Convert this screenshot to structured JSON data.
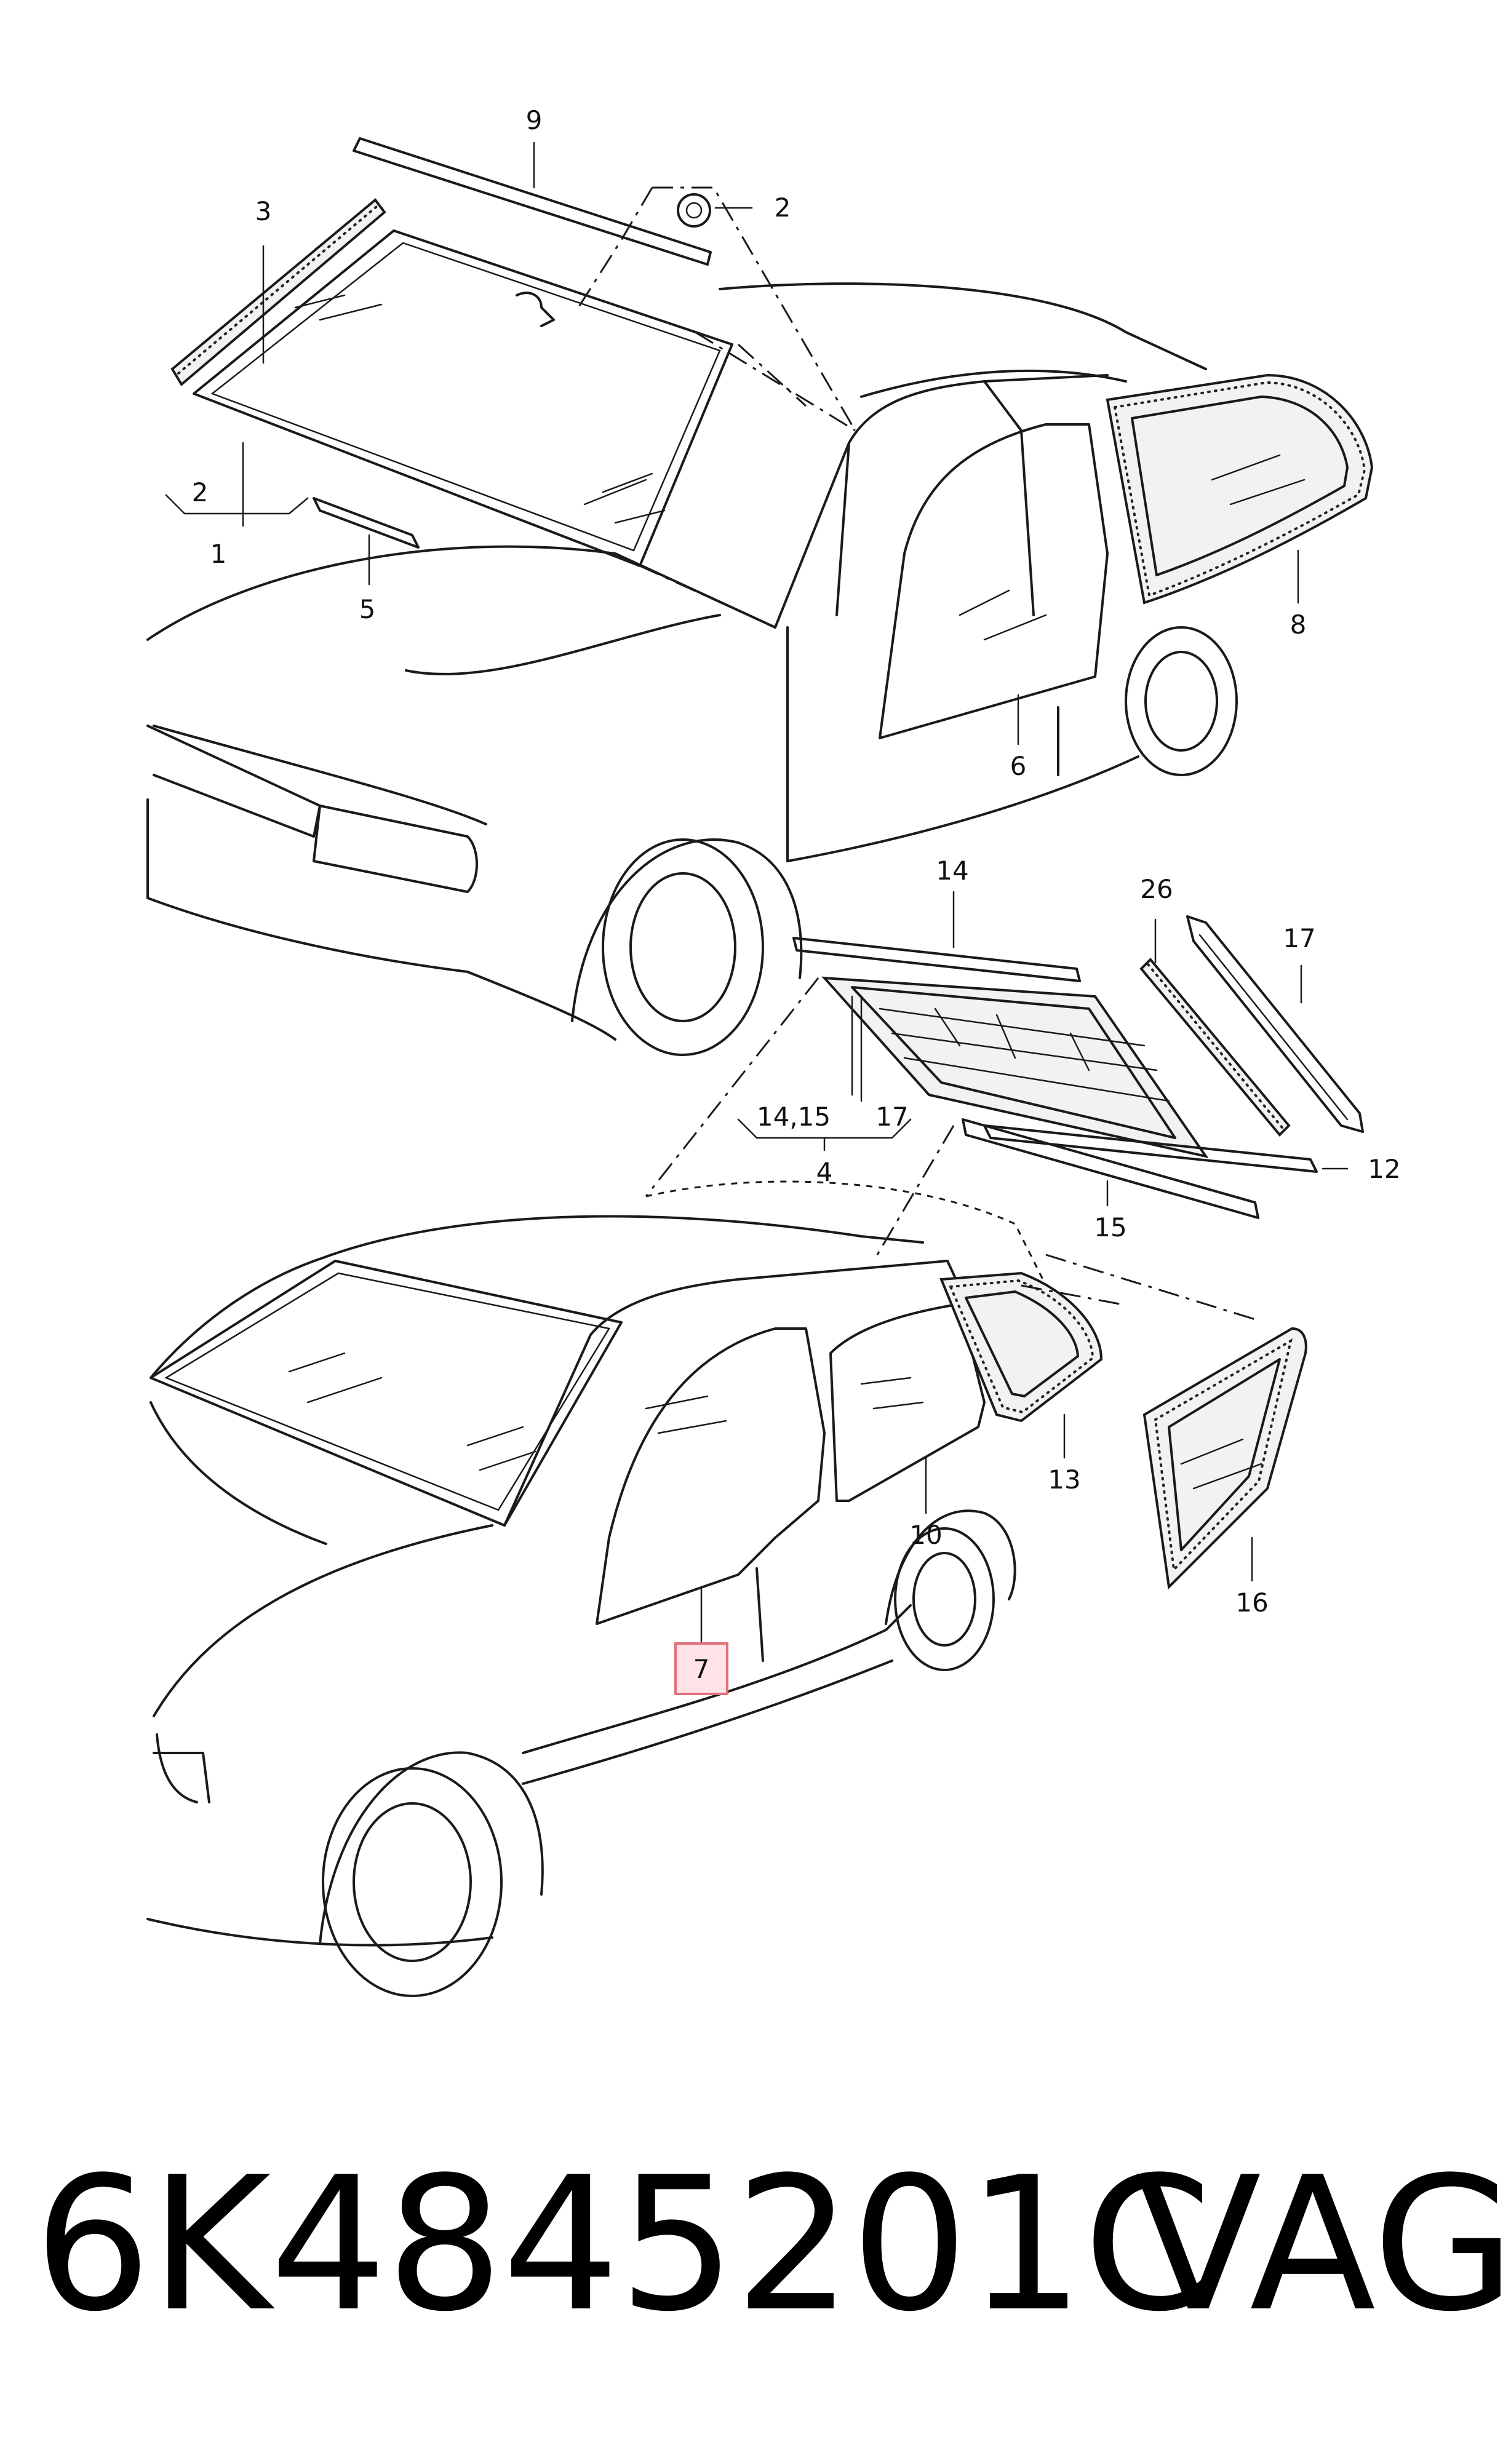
{
  "diagram": {
    "callouts": {
      "c1": "1",
      "c2a": "2",
      "c2b": "2",
      "c3": "3",
      "c4": "4",
      "c5": "5",
      "c6": "6",
      "c7": "7",
      "c8": "8",
      "c9": "9",
      "c10": "10",
      "c12": "12",
      "c13": "13",
      "c14a": "14",
      "c14b": "14,15",
      "c15": "15",
      "c16": "16",
      "c17a": "17",
      "c17b": "17",
      "c26": "26"
    },
    "highlighted_callout": "7",
    "highlight_color": "#ffe3e6"
  },
  "footer": {
    "part_number": "6K4845201C",
    "brand": "VAG"
  }
}
